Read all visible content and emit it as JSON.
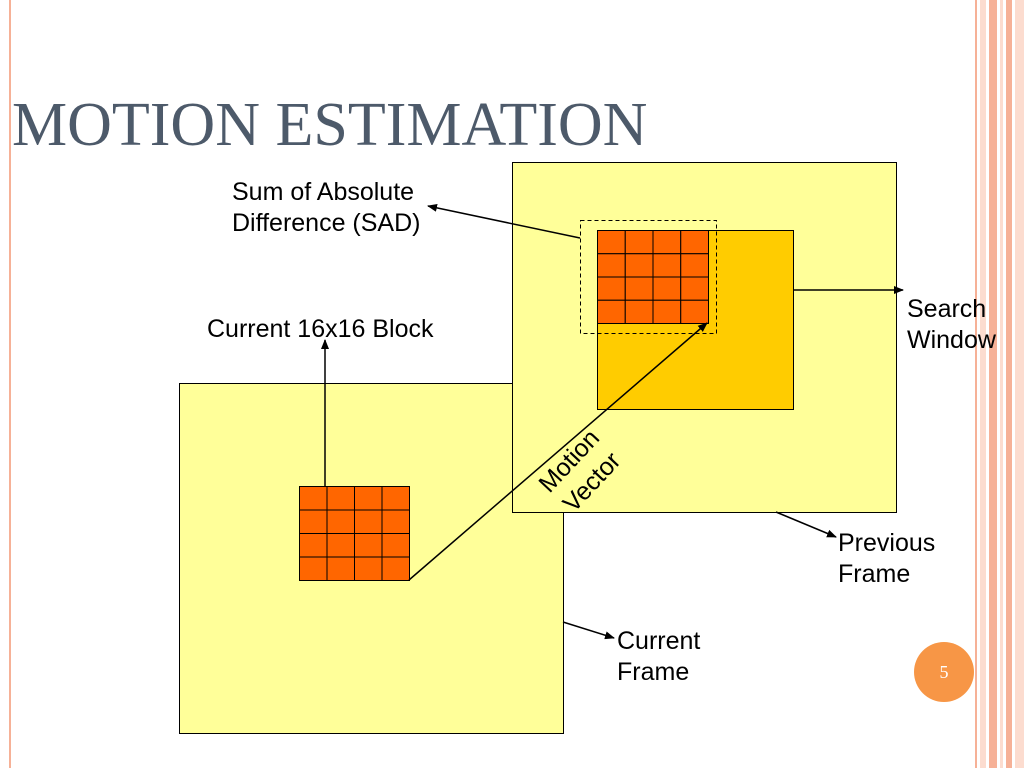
{
  "slide": {
    "title": "MOTION ESTIMATION",
    "page_number": "5"
  },
  "diagram": {
    "sad_label": [
      "Sum of Absolute",
      "Difference (SAD)"
    ],
    "current_block_label": "Current 16x16 Block",
    "search_window_label": [
      "Search",
      "Window"
    ],
    "previous_frame_label": [
      "Previous",
      "Frame"
    ],
    "current_frame_label": [
      "Current",
      "Frame"
    ],
    "motion_vector_label": [
      "Motion",
      "Vector"
    ],
    "block_grid": {
      "rows": 4,
      "cols": 4
    }
  },
  "colors": {
    "title": "#4D5A6A",
    "frame_fill": "#FFFF99",
    "search_window_fill": "#FFCC00",
    "block_fill": "#FF6600",
    "page_number_badge": "#F79646",
    "border_stripe": "#F6B197",
    "border_stripe_light": "#FCDCCF"
  }
}
